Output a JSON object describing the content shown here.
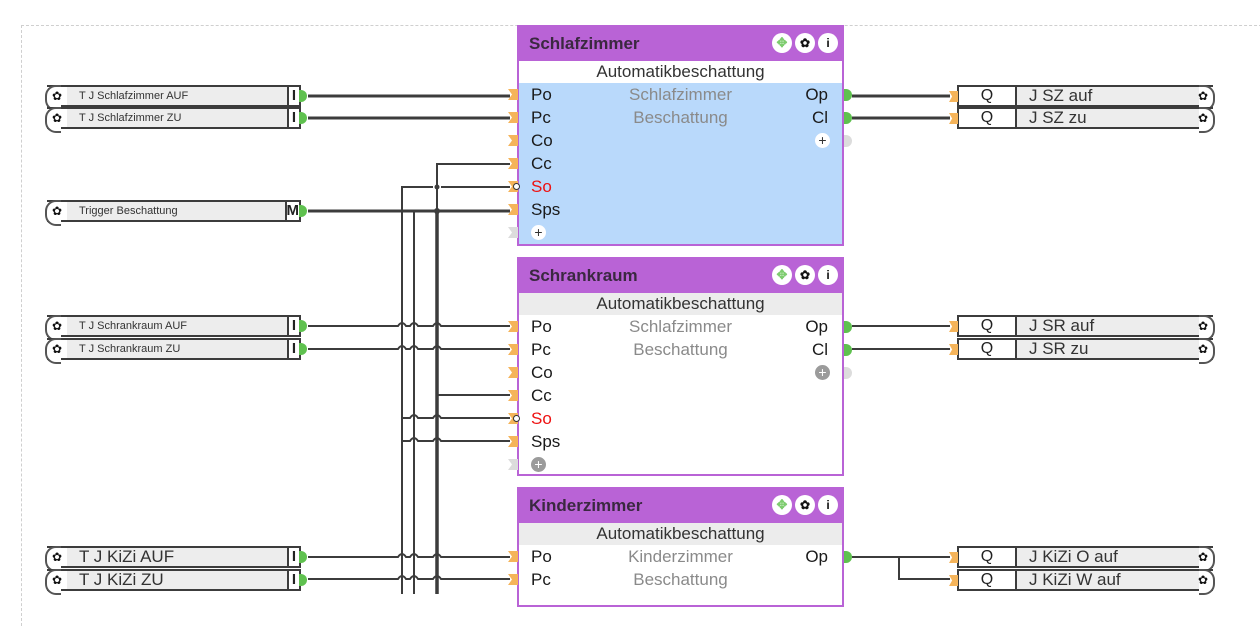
{
  "colors": {
    "block_header": "#b963d6",
    "active_body": "#b9d9fb",
    "input_tab": "#f5b45a",
    "output_tab": "#5fc14f",
    "wire": "#3c3c3c",
    "negated_label": "#ee1111"
  },
  "inputs": [
    {
      "name": "T J Schlafzimmer AUF",
      "type": "I",
      "icon": "gear-icon"
    },
    {
      "name": "T J Schlafzimmer ZU",
      "type": "I",
      "icon": "gear-icon"
    },
    {
      "name": "Trigger Beschattung",
      "type": "M",
      "icon": "gear-icon"
    },
    {
      "name": "T J Schrankraum AUF",
      "type": "I",
      "icon": "gear-icon"
    },
    {
      "name": "T J Schrankraum ZU",
      "type": "I",
      "icon": "gear-icon"
    },
    {
      "name": "T J KiZi AUF",
      "type": "I",
      "icon": "gear-icon"
    },
    {
      "name": "T J KiZi ZU",
      "type": "I",
      "icon": "gear-icon"
    }
  ],
  "outputs": [
    {
      "type": "Q",
      "name": "J  SZ auf",
      "icon": "gear-icon"
    },
    {
      "type": "Q",
      "name": "J  SZ zu",
      "icon": "gear-icon"
    },
    {
      "type": "Q",
      "name": "J  SR auf",
      "icon": "gear-icon"
    },
    {
      "type": "Q",
      "name": "J  SR zu",
      "icon": "gear-icon"
    },
    {
      "type": "Q",
      "name": "J  KiZi O auf",
      "icon": "gear-icon"
    },
    {
      "type": "Q",
      "name": "J  KiZi W auf",
      "icon": "gear-icon"
    }
  ],
  "blocks": [
    {
      "title": "Schlafzimmer",
      "subtitle": "Automatikbeschattung",
      "description": [
        "Schlafzimmer",
        "Beschattung"
      ],
      "inputs": [
        "Po",
        "Pc",
        "Co",
        "Cc",
        "So",
        "Sps"
      ],
      "outputs": [
        "Op",
        "Cl"
      ],
      "header_icons": [
        "move-icon",
        "gear-icon",
        "info-icon"
      ],
      "add_symbol": "+"
    },
    {
      "title": "Schrankraum",
      "subtitle": "Automatikbeschattung",
      "description": [
        "Schlafzimmer",
        "Beschattung"
      ],
      "inputs": [
        "Po",
        "Pc",
        "Co",
        "Cc",
        "So",
        "Sps"
      ],
      "outputs": [
        "Op",
        "Cl"
      ],
      "header_icons": [
        "move-icon",
        "gear-icon",
        "info-icon"
      ],
      "add_symbol": "+"
    },
    {
      "title": "Kinderzimmer",
      "subtitle": "Automatikbeschattung",
      "description": [
        "Kinderzimmer",
        "Beschattung"
      ],
      "inputs": [
        "Po",
        "Pc"
      ],
      "outputs": [
        "Op"
      ],
      "header_icons": [
        "move-icon",
        "gear-icon",
        "info-icon"
      ]
    }
  ],
  "icons": {
    "gear": "✿",
    "move": "✥",
    "info": "i",
    "plus": "+"
  }
}
